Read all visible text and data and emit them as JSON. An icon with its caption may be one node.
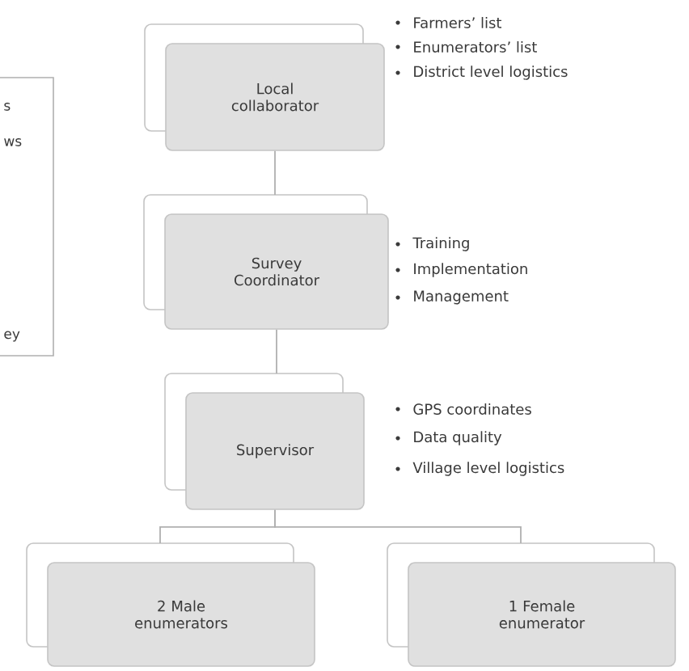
{
  "diagram": {
    "nodes": [
      {
        "text": [
          "s",
          "ws",
          "ey"
        ]
      },
      {
        "text": [
          "Local collaborator"
        ],
        "beside": [
          "Farmers’ list",
          "Enumerators’ list",
          "District level logistics"
        ]
      },
      {
        "text": [
          "Survey Coordinator"
        ],
        "beside": [
          "Training",
          "Implementation",
          "Management"
        ]
      },
      {
        "text": [
          "Supervisor"
        ],
        "beside": [
          "GPS coordinates",
          "Data quality",
          "Village level logistics"
        ]
      },
      {
        "text": [
          "2 Male enumerators"
        ]
      },
      {
        "text": [
          "1 Female enumerator"
        ]
      }
    ],
    "edges": [
      {
        "from": 1,
        "to": 2,
        "arrow": "none"
      },
      {
        "from": 2,
        "to": 3,
        "arrow": "none"
      },
      {
        "from": 3,
        "to": 4,
        "arrow": "none"
      },
      {
        "from": 3,
        "to": 5,
        "arrow": "none"
      }
    ]
  }
}
